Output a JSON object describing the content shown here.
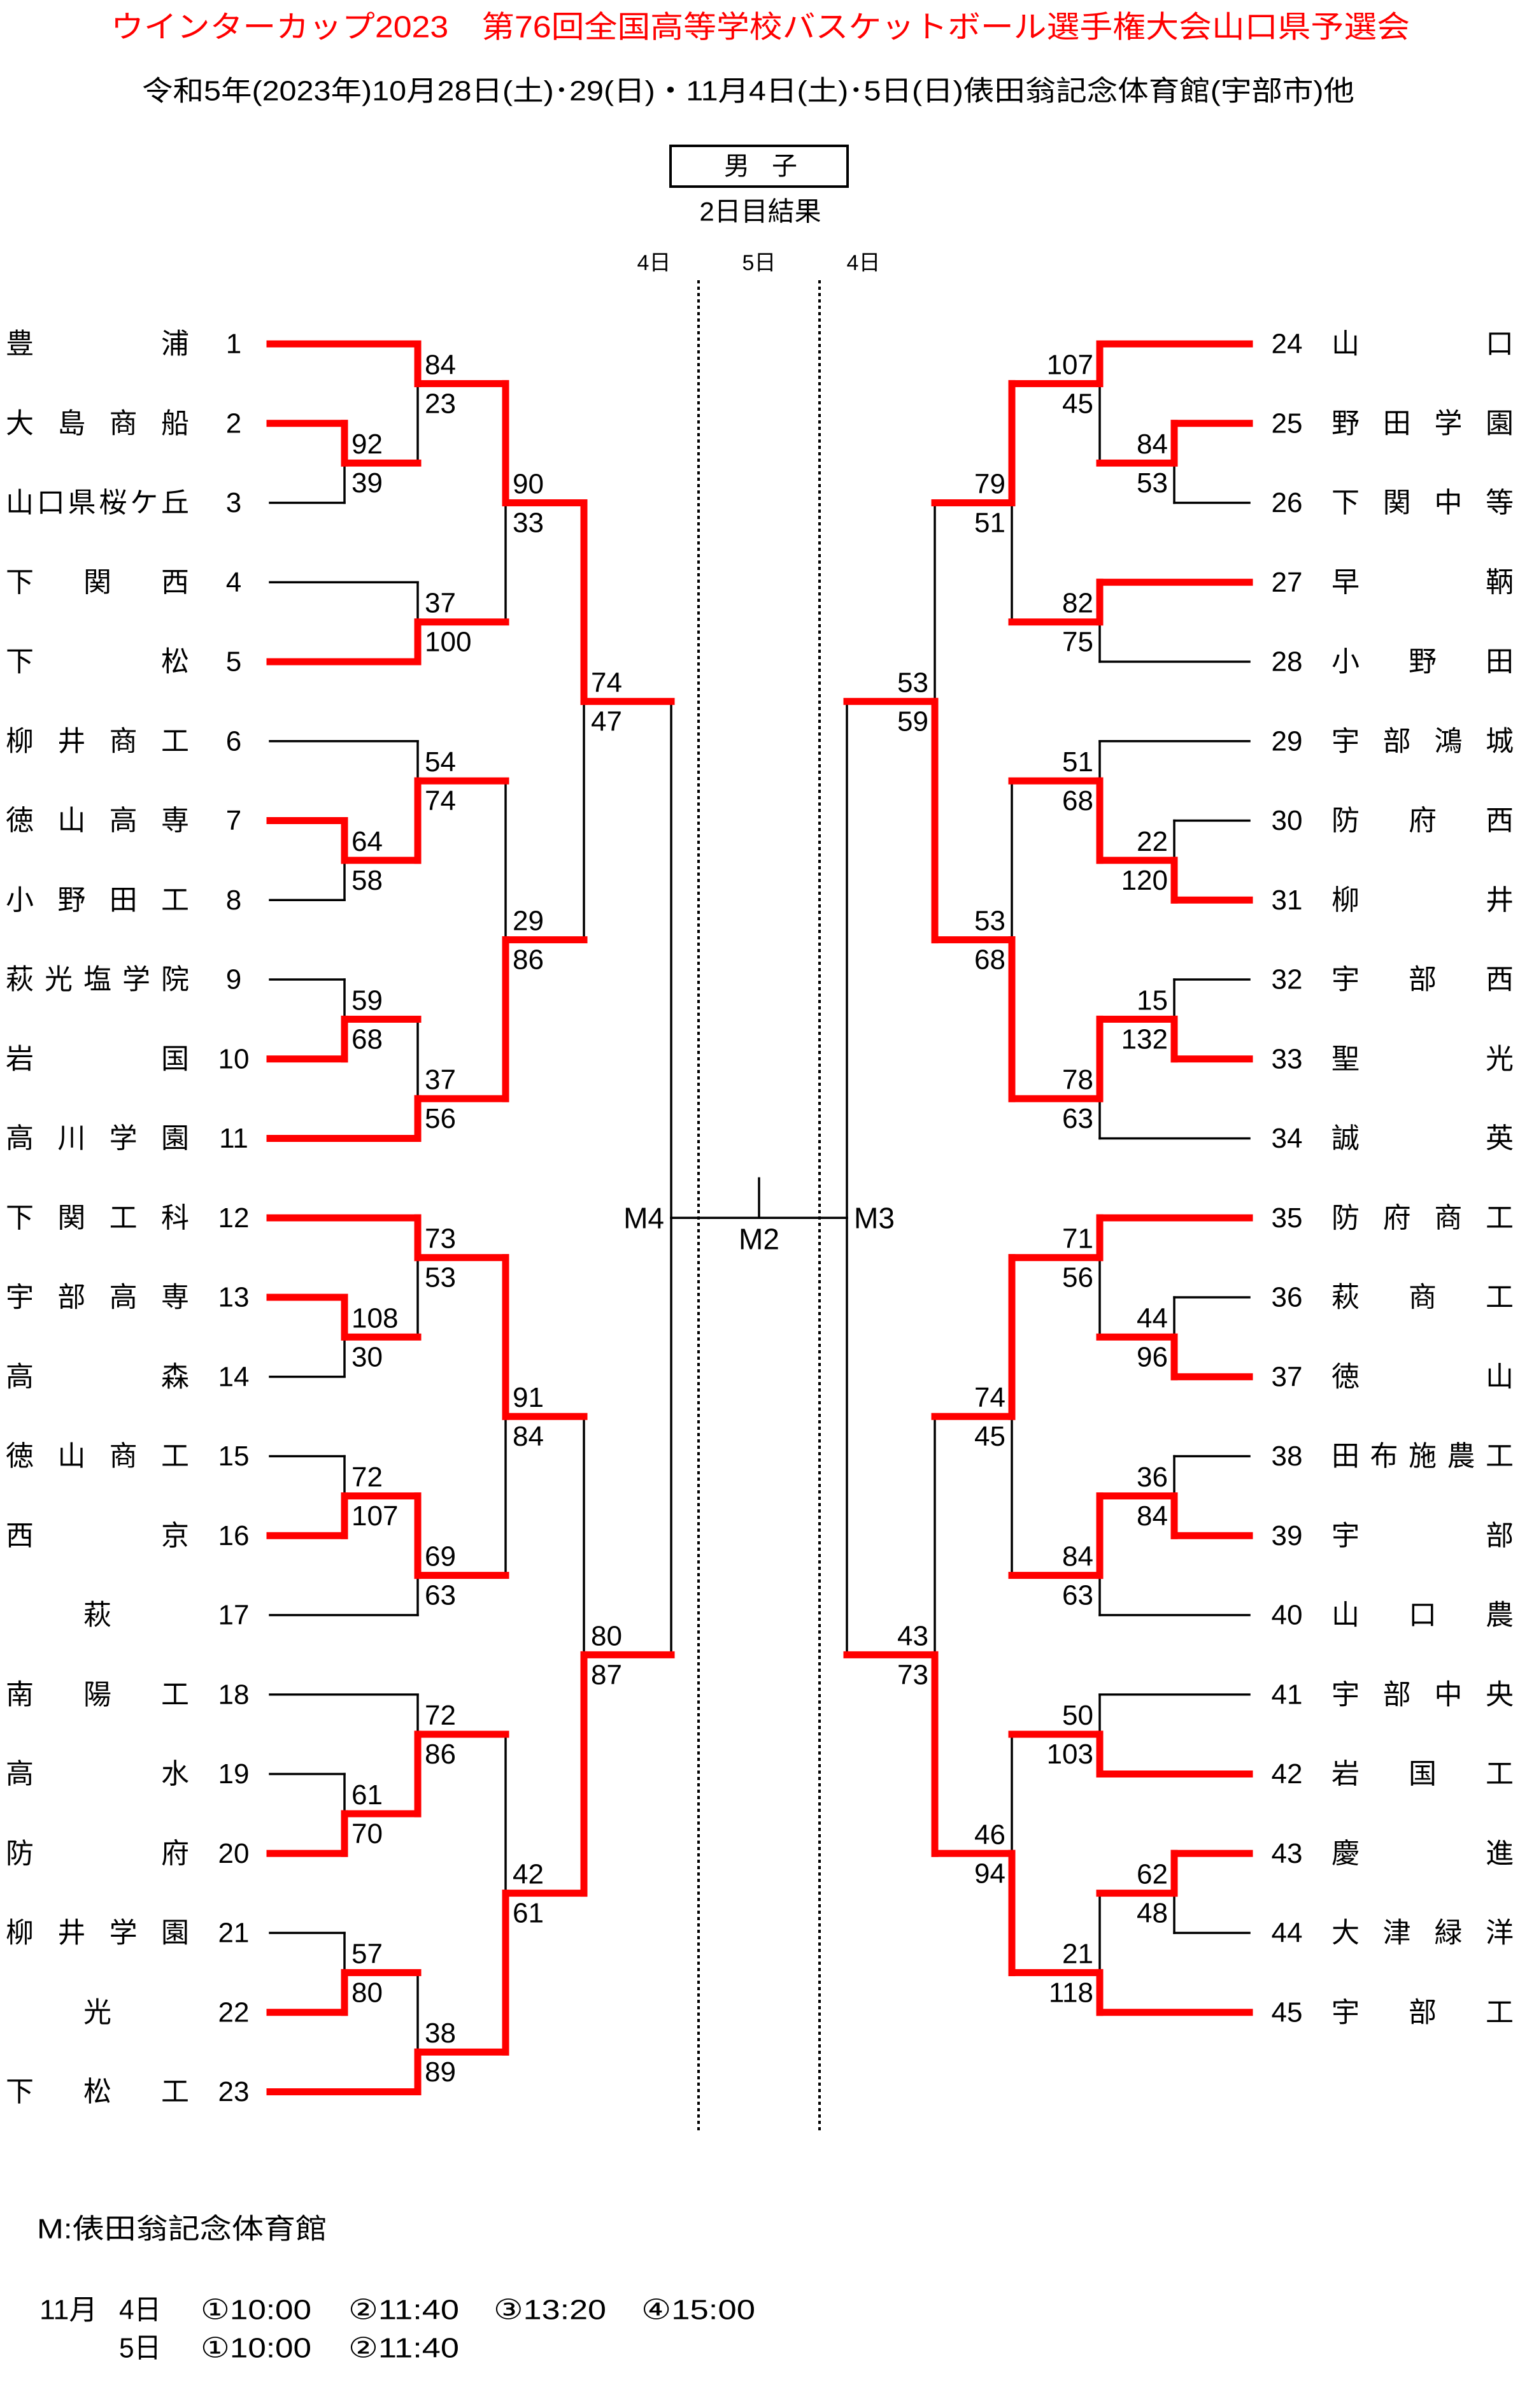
{
  "header": {
    "title": "ウインターカップ2023　第76回全国高等学校バスケットボール選手権大会山口県予選会",
    "subtitle": "令和5年(2023年)10月28日(土)･29(日)・11月4日(土)･5日(日)俵田翁記念体育館(宇部市)他",
    "division": "男子",
    "result_label": "2日目結果",
    "day_labels": [
      "4日",
      "5日",
      "4日"
    ]
  },
  "colors": {
    "title": "#ff0000",
    "winner_path": "#ff0000",
    "bracket_line": "#000000"
  },
  "bracket": {
    "left": {
      "teams": [
        {
          "seed": 1,
          "name": "豊浦"
        },
        {
          "seed": 2,
          "name": "大島商船"
        },
        {
          "seed": 3,
          "name": "山口県桜ケ丘"
        },
        {
          "seed": 4,
          "name": "下関西"
        },
        {
          "seed": 5,
          "name": "下松"
        },
        {
          "seed": 6,
          "name": "柳井商工"
        },
        {
          "seed": 7,
          "name": "徳山高専"
        },
        {
          "seed": 8,
          "name": "小野田工"
        },
        {
          "seed": 9,
          "name": "萩光塩学院"
        },
        {
          "seed": 10,
          "name": "岩国"
        },
        {
          "seed": 11,
          "name": "高川学園"
        },
        {
          "seed": 12,
          "name": "下関工科"
        },
        {
          "seed": 13,
          "name": "宇部高専"
        },
        {
          "seed": 14,
          "name": "高森"
        },
        {
          "seed": 15,
          "name": "徳山商工"
        },
        {
          "seed": 16,
          "name": "西京"
        },
        {
          "seed": 17,
          "name": "萩"
        },
        {
          "seed": 18,
          "name": "南陽工"
        },
        {
          "seed": 19,
          "name": "高水"
        },
        {
          "seed": 20,
          "name": "防府"
        },
        {
          "seed": 21,
          "name": "柳井学園"
        },
        {
          "seed": 22,
          "name": "光"
        },
        {
          "seed": 23,
          "name": "下松工"
        }
      ]
    },
    "right": {
      "teams": [
        {
          "seed": 24,
          "name": "山口"
        },
        {
          "seed": 25,
          "name": "野田学園"
        },
        {
          "seed": 26,
          "name": "下関中等"
        },
        {
          "seed": 27,
          "name": "早鞆"
        },
        {
          "seed": 28,
          "name": "小野田"
        },
        {
          "seed": 29,
          "name": "宇部鴻城"
        },
        {
          "seed": 30,
          "name": "防府西"
        },
        {
          "seed": 31,
          "name": "柳井"
        },
        {
          "seed": 32,
          "name": "宇部西"
        },
        {
          "seed": 33,
          "name": "聖光"
        },
        {
          "seed": 34,
          "name": "誠英"
        },
        {
          "seed": 35,
          "name": "防府商工"
        },
        {
          "seed": 36,
          "name": "萩商工"
        },
        {
          "seed": 37,
          "name": "徳山"
        },
        {
          "seed": 38,
          "name": "田布施農工"
        },
        {
          "seed": 39,
          "name": "宇部"
        },
        {
          "seed": 40,
          "name": "山口農"
        },
        {
          "seed": 41,
          "name": "宇部中央"
        },
        {
          "seed": 42,
          "name": "岩国工"
        },
        {
          "seed": 43,
          "name": "慶進"
        },
        {
          "seed": 44,
          "name": "大津緑洋"
        },
        {
          "seed": 45,
          "name": "宇部工"
        }
      ]
    },
    "matches": [
      {
        "side": "left",
        "top": {
          "seed": 2
        },
        "bottom": {
          "seed": 3
        },
        "scores": [
          92,
          39
        ]
      },
      {
        "side": "left",
        "top": {
          "seed": 1
        },
        "bottom": {
          "match": 0
        },
        "scores": [
          84,
          23
        ]
      },
      {
        "side": "left",
        "top": {
          "seed": 4
        },
        "bottom": {
          "seed": 5
        },
        "scores": [
          37,
          100
        ]
      },
      {
        "side": "left",
        "top": {
          "match": 1
        },
        "bottom": {
          "match": 2
        },
        "scores": [
          90,
          33
        ]
      },
      {
        "side": "left",
        "top": {
          "seed": 7
        },
        "bottom": {
          "seed": 8
        },
        "scores": [
          64,
          58
        ]
      },
      {
        "side": "left",
        "top": {
          "seed": 6
        },
        "bottom": {
          "match": 4
        },
        "scores": [
          54,
          74
        ]
      },
      {
        "side": "left",
        "top": {
          "seed": 9
        },
        "bottom": {
          "seed": 10
        },
        "scores": [
          59,
          68
        ]
      },
      {
        "side": "left",
        "top": {
          "match": 6
        },
        "bottom": {
          "seed": 11
        },
        "scores": [
          37,
          56
        ]
      },
      {
        "side": "left",
        "top": {
          "match": 5
        },
        "bottom": {
          "match": 7
        },
        "scores": [
          29,
          86
        ]
      },
      {
        "side": "left",
        "top": {
          "match": 3
        },
        "bottom": {
          "match": 8
        },
        "scores": [
          74,
          47
        ]
      },
      {
        "side": "left",
        "top": {
          "seed": 13
        },
        "bottom": {
          "seed": 14
        },
        "scores": [
          108,
          30
        ]
      },
      {
        "side": "left",
        "top": {
          "seed": 12
        },
        "bottom": {
          "match": 10
        },
        "scores": [
          73,
          53
        ]
      },
      {
        "side": "left",
        "top": {
          "seed": 15
        },
        "bottom": {
          "seed": 16
        },
        "scores": [
          72,
          107
        ]
      },
      {
        "side": "left",
        "top": {
          "match": 12
        },
        "bottom": {
          "seed": 17
        },
        "scores": [
          69,
          63
        ]
      },
      {
        "side": "left",
        "top": {
          "match": 11
        },
        "bottom": {
          "match": 13
        },
        "scores": [
          91,
          84
        ]
      },
      {
        "side": "left",
        "top": {
          "seed": 19
        },
        "bottom": {
          "seed": 20
        },
        "scores": [
          61,
          70
        ]
      },
      {
        "side": "left",
        "top": {
          "seed": 18
        },
        "bottom": {
          "match": 15
        },
        "scores": [
          72,
          86
        ]
      },
      {
        "side": "left",
        "top": {
          "seed": 21
        },
        "bottom": {
          "seed": 22
        },
        "scores": [
          57,
          80
        ]
      },
      {
        "side": "left",
        "top": {
          "match": 17
        },
        "bottom": {
          "seed": 23
        },
        "scores": [
          38,
          89
        ]
      },
      {
        "side": "left",
        "top": {
          "match": 16
        },
        "bottom": {
          "match": 18
        },
        "scores": [
          42,
          61
        ]
      },
      {
        "side": "left",
        "top": {
          "match": 14
        },
        "bottom": {
          "match": 19
        },
        "scores": [
          80,
          87
        ]
      },
      {
        "side": "left",
        "label": "M4",
        "top": {
          "match": 9
        },
        "bottom": {
          "match": 20
        },
        "scores": null
      },
      {
        "side": "right",
        "top": {
          "seed": 25
        },
        "bottom": {
          "seed": 26
        },
        "scores": [
          84,
          53
        ]
      },
      {
        "side": "right",
        "top": {
          "seed": 24
        },
        "bottom": {
          "match": 22
        },
        "scores": [
          107,
          45
        ]
      },
      {
        "side": "right",
        "top": {
          "seed": 27
        },
        "bottom": {
          "seed": 28
        },
        "scores": [
          82,
          75
        ]
      },
      {
        "side": "right",
        "top": {
          "match": 23
        },
        "bottom": {
          "match": 24
        },
        "scores": [
          79,
          51
        ]
      },
      {
        "side": "right",
        "top": {
          "seed": 30
        },
        "bottom": {
          "seed": 31
        },
        "scores": [
          22,
          120
        ]
      },
      {
        "side": "right",
        "top": {
          "seed": 29
        },
        "bottom": {
          "match": 26
        },
        "scores": [
          51,
          68
        ]
      },
      {
        "side": "right",
        "top": {
          "seed": 32
        },
        "bottom": {
          "seed": 33
        },
        "scores": [
          15,
          132
        ]
      },
      {
        "side": "right",
        "top": {
          "match": 28
        },
        "bottom": {
          "seed": 34
        },
        "scores": [
          78,
          63
        ]
      },
      {
        "side": "right",
        "top": {
          "match": 27
        },
        "bottom": {
          "match": 29
        },
        "scores": [
          53,
          68
        ]
      },
      {
        "side": "right",
        "top": {
          "match": 25
        },
        "bottom": {
          "match": 30
        },
        "scores": [
          53,
          59
        ]
      },
      {
        "side": "right",
        "top": {
          "seed": 36
        },
        "bottom": {
          "seed": 37
        },
        "scores": [
          44,
          96
        ]
      },
      {
        "side": "right",
        "top": {
          "seed": 35
        },
        "bottom": {
          "match": 32
        },
        "scores": [
          71,
          56
        ]
      },
      {
        "side": "right",
        "top": {
          "seed": 38
        },
        "bottom": {
          "seed": 39
        },
        "scores": [
          36,
          84
        ]
      },
      {
        "side": "right",
        "top": {
          "match": 34
        },
        "bottom": {
          "seed": 40
        },
        "scores": [
          84,
          63
        ]
      },
      {
        "side": "right",
        "top": {
          "match": 33
        },
        "bottom": {
          "match": 35
        },
        "scores": [
          74,
          45
        ]
      },
      {
        "side": "right",
        "top": {
          "seed": 41
        },
        "bottom": {
          "seed": 42
        },
        "scores": [
          50,
          103
        ]
      },
      {
        "side": "right",
        "top": {
          "seed": 43
        },
        "bottom": {
          "seed": 44
        },
        "scores": [
          62,
          48
        ]
      },
      {
        "side": "right",
        "top": {
          "match": 38
        },
        "bottom": {
          "seed": 45
        },
        "scores": [
          21,
          118
        ]
      },
      {
        "side": "right",
        "top": {
          "match": 37
        },
        "bottom": {
          "match": 39
        },
        "scores": [
          46,
          94
        ]
      },
      {
        "side": "right",
        "top": {
          "match": 36
        },
        "bottom": {
          "match": 40
        },
        "scores": [
          43,
          73
        ]
      },
      {
        "side": "right",
        "label": "M3",
        "top": {
          "match": 31
        },
        "bottom": {
          "match": 41
        },
        "scores": null
      },
      {
        "side": "center",
        "label": "M2",
        "top": {
          "match": 21
        },
        "bottom": {
          "match": 42
        },
        "scores": null
      }
    ]
  },
  "footer": {
    "venue_note": "M:俵田翁記念体育館",
    "schedule": [
      {
        "month": "11月",
        "day": "4日",
        "slots": [
          "①10:00",
          "②11:40",
          "③13:20",
          "④15:00"
        ]
      },
      {
        "day": "5日",
        "slots": [
          "①10:00",
          "②11:40"
        ]
      }
    ]
  }
}
